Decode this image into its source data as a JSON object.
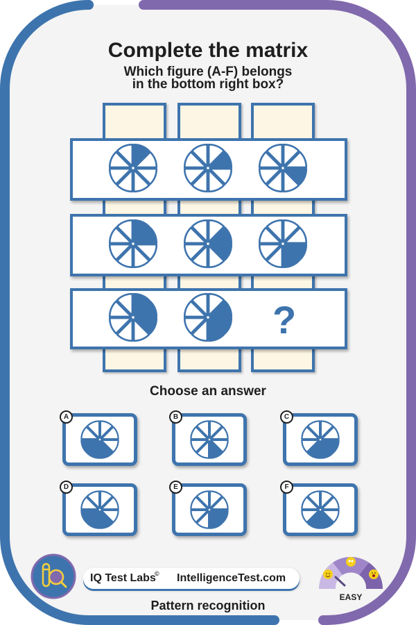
{
  "header": {
    "title": "Complete the matrix",
    "subtitle_line1": "Which figure (A-F) belongs",
    "subtitle_line2": "in the bottom right box?"
  },
  "matrix": {
    "rows": [
      {
        "cells": [
          {
            "filled_slices": [
              0
            ]
          },
          {
            "filled_slices": [
              1
            ]
          },
          {
            "filled_slices": [
              2
            ]
          }
        ]
      },
      {
        "cells": [
          {
            "filled_slices": [
              0,
              1
            ]
          },
          {
            "filled_slices": [
              1,
              2
            ]
          },
          {
            "filled_slices": [
              2,
              3
            ]
          }
        ]
      },
      {
        "cells": [
          {
            "filled_slices": [
              0,
              1,
              2
            ]
          },
          {
            "filled_slices": [
              1,
              2,
              3
            ]
          },
          {
            "missing": true,
            "symbol": "?"
          }
        ]
      }
    ],
    "slice_convention": "8 slices clockwise from 12 o'clock",
    "colors": {
      "fill": "#3e74ad",
      "column_bg": "#fdf6e4",
      "panel_bg": "#ffffff"
    }
  },
  "answers": {
    "prompt": "Choose an answer",
    "options": [
      {
        "label": "A",
        "filled_slices": [
          3,
          4,
          5
        ]
      },
      {
        "label": "B",
        "filled_slices": [
          3
        ]
      },
      {
        "label": "C",
        "filled_slices": [
          2,
          3,
          4
        ]
      },
      {
        "label": "D",
        "filled_slices": [
          3,
          4,
          5
        ]
      },
      {
        "label": "E",
        "filled_slices": [
          2,
          3
        ]
      },
      {
        "label": "F",
        "filled_slices": [
          3,
          4
        ]
      }
    ]
  },
  "footer": {
    "brand": "IQ Test Labs",
    "copyright_symbol": "©",
    "website": "IntelligenceTest.com",
    "category": "Pattern recognition",
    "difficulty": "EASY",
    "logo_icon": "iq-magnifier-icon",
    "gauge_icon": "difficulty-gauge-icon"
  },
  "theme": {
    "blue": "#3e74ad",
    "purple": "#8169ad",
    "background": "#f4f4f4"
  }
}
